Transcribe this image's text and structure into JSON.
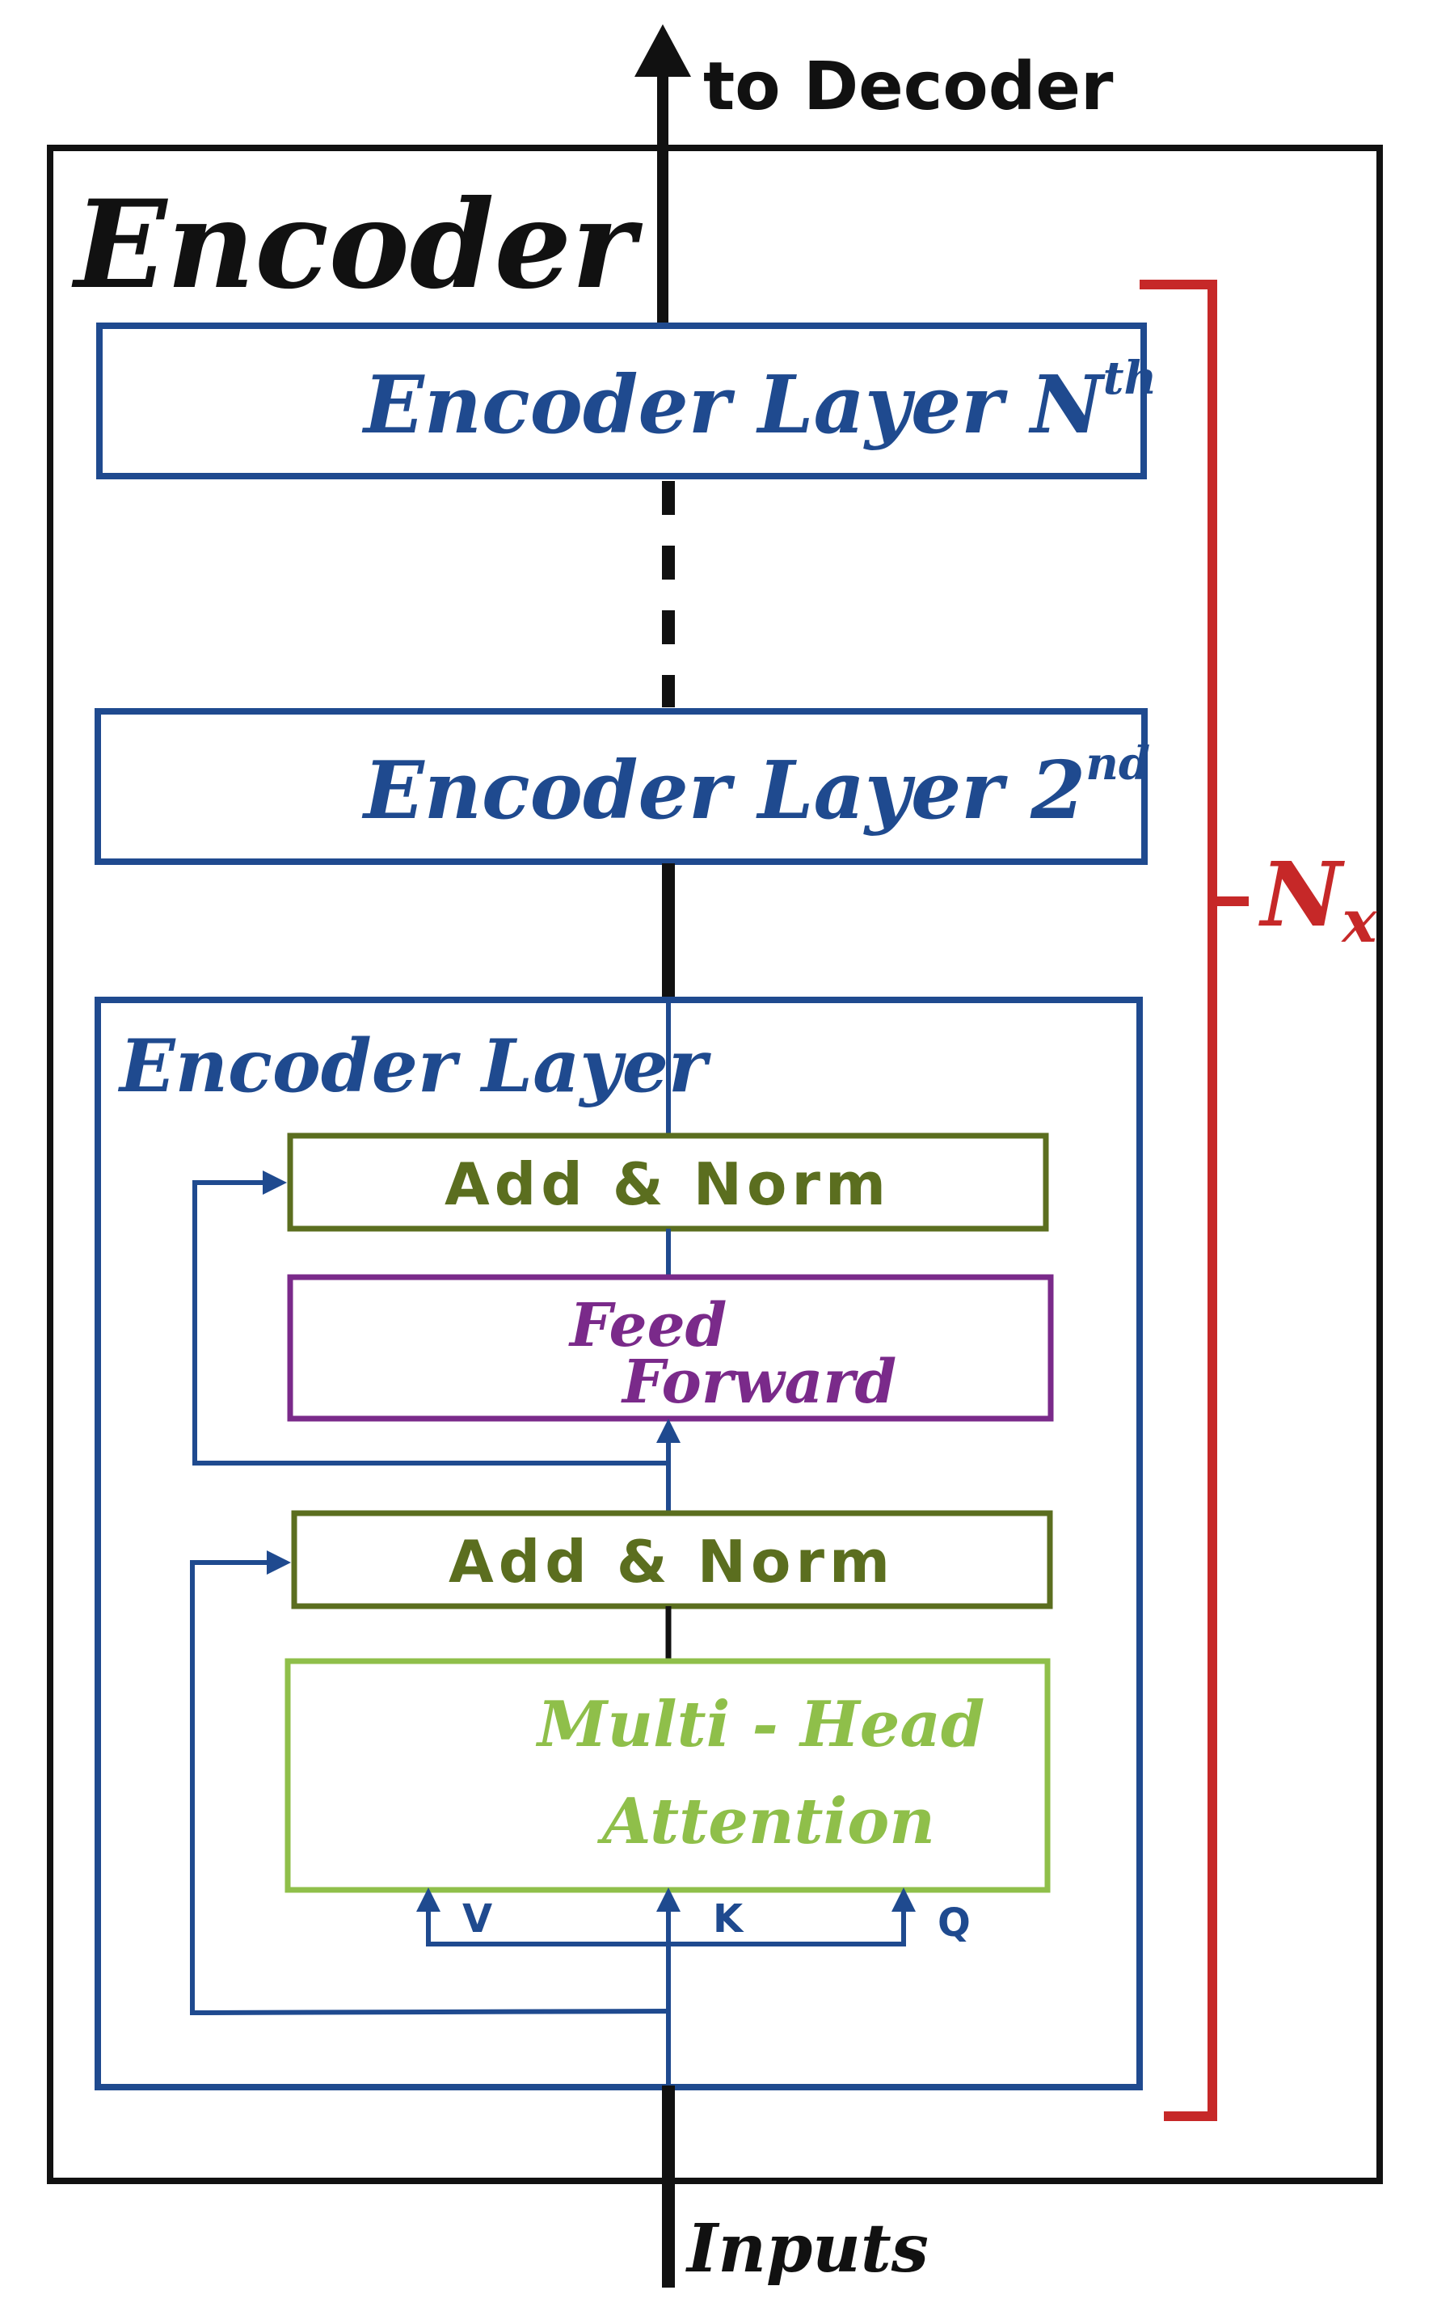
{
  "labels": {
    "to_decoder": "to Decoder",
    "encoder_title": "Encoder",
    "encoder_layer_nth": "Encoder Layer N",
    "nth_superscript": "th",
    "encoder_layer_2nd": "Encoder Layer 2",
    "second_superscript": "nd",
    "encoder_layer_block": "Encoder Layer",
    "add_norm_top": "Add & Norm",
    "feed_forward_line1": "Feed",
    "feed_forward_line2": "Forward",
    "add_norm_bottom": "Add & Norm",
    "mha_line1": "Multi - Head",
    "mha_line2": "Attention",
    "v": "V",
    "k": "K",
    "q": "Q",
    "nx": "N",
    "nx_sub": "x",
    "inputs": "Inputs"
  },
  "colors": {
    "black": "#111111",
    "blue": "#1f4a8f",
    "red": "#c62828",
    "olive": "#5b6e1f",
    "purple": "#7a2a8a",
    "light_green": "#8fbf4a"
  }
}
